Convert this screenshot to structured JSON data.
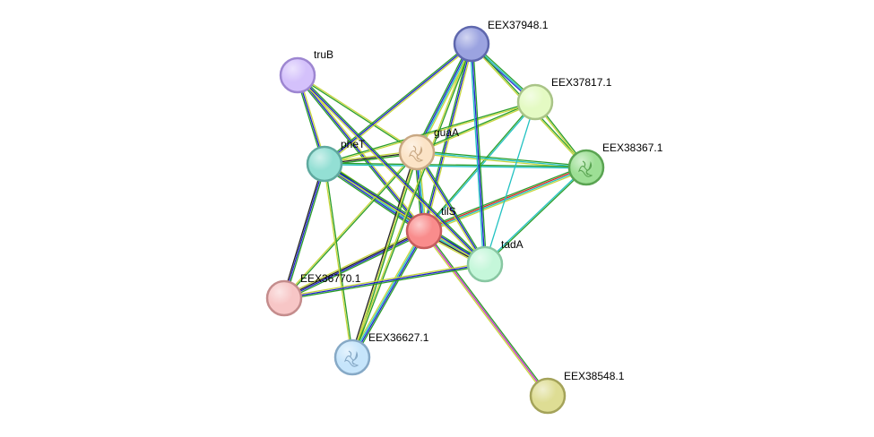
{
  "network": {
    "nodes": [
      {
        "id": "tilS",
        "label": "tilS",
        "fill": "#f98c8c",
        "stroke": "#c75c5c",
        "center": true
      },
      {
        "id": "guaA",
        "label": "guaA",
        "fill": "#fbe3c6",
        "stroke": "#c9a883",
        "structure": true
      },
      {
        "id": "pheT",
        "label": "pheT",
        "fill": "#93dfd4",
        "stroke": "#5fa99f"
      },
      {
        "id": "truB",
        "label": "truB",
        "fill": "#d4c1fb",
        "stroke": "#9d86d1"
      },
      {
        "id": "EEX37948.1",
        "label": "EEX37948.1",
        "fill": "#9ba3e0",
        "stroke": "#5e67ad"
      },
      {
        "id": "EEX37817.1",
        "label": "EEX37817.1",
        "fill": "#e4fac3",
        "stroke": "#a9c487"
      },
      {
        "id": "EEX38367.1",
        "label": "EEX38367.1",
        "fill": "#9ddf95",
        "stroke": "#5aa452",
        "structure": true
      },
      {
        "id": "tadA",
        "label": "tadA",
        "fill": "#c5f7da",
        "stroke": "#88c7a2"
      },
      {
        "id": "EEX36770.1",
        "label": "EEX36770.1",
        "fill": "#f7c6c6",
        "stroke": "#c48c8c"
      },
      {
        "id": "EEX36627.1",
        "label": "EEX36627.1",
        "fill": "#c6e5fb",
        "stroke": "#86a9c6",
        "structure": true
      },
      {
        "id": "EEX38548.1",
        "label": "EEX38548.1",
        "fill": "#dedd94",
        "stroke": "#a4a35a"
      }
    ],
    "edges": [
      {
        "source": "tilS",
        "target": "guaA",
        "colors": [
          "#2a9d2a",
          "#1f1fd1",
          "#22c2c2",
          "#c8d63c"
        ]
      },
      {
        "source": "tilS",
        "target": "pheT",
        "colors": [
          "#2a9d2a",
          "#1f1fd1",
          "#22c2c2",
          "#222222",
          "#c8d63c"
        ]
      },
      {
        "source": "tilS",
        "target": "truB",
        "colors": [
          "#2a9d2a",
          "#1f1fd1",
          "#c8d63c"
        ]
      },
      {
        "source": "tilS",
        "target": "EEX37948.1",
        "colors": [
          "#2a9d2a",
          "#1f1fd1",
          "#c8d63c"
        ]
      },
      {
        "source": "tilS",
        "target": "EEX37817.1",
        "colors": [
          "#2a9d2a",
          "#22c2c2"
        ]
      },
      {
        "source": "tilS",
        "target": "EEX38367.1",
        "colors": [
          "#2a9d2a",
          "#e02020",
          "#22c2c2",
          "#c8d63c"
        ]
      },
      {
        "source": "tilS",
        "target": "tadA",
        "colors": [
          "#2a9d2a",
          "#1f1fd1",
          "#22c2c2",
          "#222222",
          "#c8d63c"
        ]
      },
      {
        "source": "tilS",
        "target": "EEX36770.1",
        "colors": [
          "#2a9d2a",
          "#1f1fd1",
          "#222222",
          "#c8d63c"
        ]
      },
      {
        "source": "tilS",
        "target": "EEX36627.1",
        "colors": [
          "#2a9d2a",
          "#1f1fd1",
          "#22c2c2",
          "#c8d63c"
        ]
      },
      {
        "source": "tilS",
        "target": "EEX38548.1",
        "colors": [
          "#2a9d2a",
          "#c62cc6",
          "#c8d63c"
        ]
      },
      {
        "source": "guaA",
        "target": "pheT",
        "colors": [
          "#2a9d2a",
          "#222222",
          "#c8d63c"
        ]
      },
      {
        "source": "guaA",
        "target": "EEX37948.1",
        "colors": [
          "#2a9d2a",
          "#1f1fd1",
          "#22c2c2",
          "#c8d63c"
        ]
      },
      {
        "source": "guaA",
        "target": "EEX37817.1",
        "colors": [
          "#2a9d2a",
          "#c8d63c"
        ]
      },
      {
        "source": "guaA",
        "target": "EEX38367.1",
        "colors": [
          "#2a9d2a",
          "#22c2c2",
          "#c8d63c"
        ]
      },
      {
        "source": "guaA",
        "target": "tadA",
        "colors": [
          "#2a9d2a",
          "#1f1fd1",
          "#c8d63c"
        ]
      },
      {
        "source": "guaA",
        "target": "EEX36627.1",
        "colors": [
          "#2a9d2a",
          "#c8d63c",
          "#222222"
        ]
      },
      {
        "source": "guaA",
        "target": "EEX36770.1",
        "colors": [
          "#2a9d2a",
          "#c8d63c"
        ]
      },
      {
        "source": "guaA",
        "target": "truB",
        "colors": [
          "#2a9d2a",
          "#c8d63c"
        ]
      },
      {
        "source": "pheT",
        "target": "truB",
        "colors": [
          "#2a9d2a",
          "#1f1fd1",
          "#c8d63c"
        ]
      },
      {
        "source": "pheT",
        "target": "EEX37948.1",
        "colors": [
          "#2a9d2a",
          "#1f1fd1",
          "#c8d63c"
        ]
      },
      {
        "source": "pheT",
        "target": "EEX37817.1",
        "colors": [
          "#2a9d2a",
          "#c8d63c"
        ]
      },
      {
        "source": "pheT",
        "target": "EEX38367.1",
        "colors": [
          "#2a9d2a",
          "#22c2c2"
        ]
      },
      {
        "source": "pheT",
        "target": "tadA",
        "colors": [
          "#2a9d2a",
          "#1f1fd1",
          "#c8d63c"
        ]
      },
      {
        "source": "pheT",
        "target": "EEX36770.1",
        "colors": [
          "#2a9d2a",
          "#1f1fd1",
          "#222222"
        ]
      },
      {
        "source": "pheT",
        "target": "EEX36627.1",
        "colors": [
          "#2a9d2a",
          "#c8d63c"
        ]
      },
      {
        "source": "truB",
        "target": "tadA",
        "colors": [
          "#2a9d2a",
          "#1f1fd1",
          "#c8d63c"
        ]
      },
      {
        "source": "EEX37948.1",
        "target": "EEX37817.1",
        "colors": [
          "#2a9d2a",
          "#22c2c2",
          "#1f1fd1"
        ]
      },
      {
        "source": "EEX37948.1",
        "target": "EEX38367.1",
        "colors": [
          "#2a9d2a",
          "#c8d63c"
        ]
      },
      {
        "source": "EEX37948.1",
        "target": "tadA",
        "colors": [
          "#2a9d2a",
          "#1f1fd1",
          "#22c2c2"
        ]
      },
      {
        "source": "EEX37948.1",
        "target": "EEX36627.1",
        "colors": [
          "#2a9d2a",
          "#c8d63c"
        ]
      },
      {
        "source": "EEX37817.1",
        "target": "EEX38367.1",
        "colors": [
          "#2a9d2a",
          "#c8d63c"
        ]
      },
      {
        "source": "EEX37817.1",
        "target": "tadA",
        "colors": [
          "#22c2c2"
        ]
      },
      {
        "source": "EEX38367.1",
        "target": "tadA",
        "colors": [
          "#2a9d2a",
          "#22c2c2"
        ]
      },
      {
        "source": "tadA",
        "target": "EEX36770.1",
        "colors": [
          "#2a9d2a",
          "#1f1fd1",
          "#c8d63c"
        ]
      }
    ]
  }
}
